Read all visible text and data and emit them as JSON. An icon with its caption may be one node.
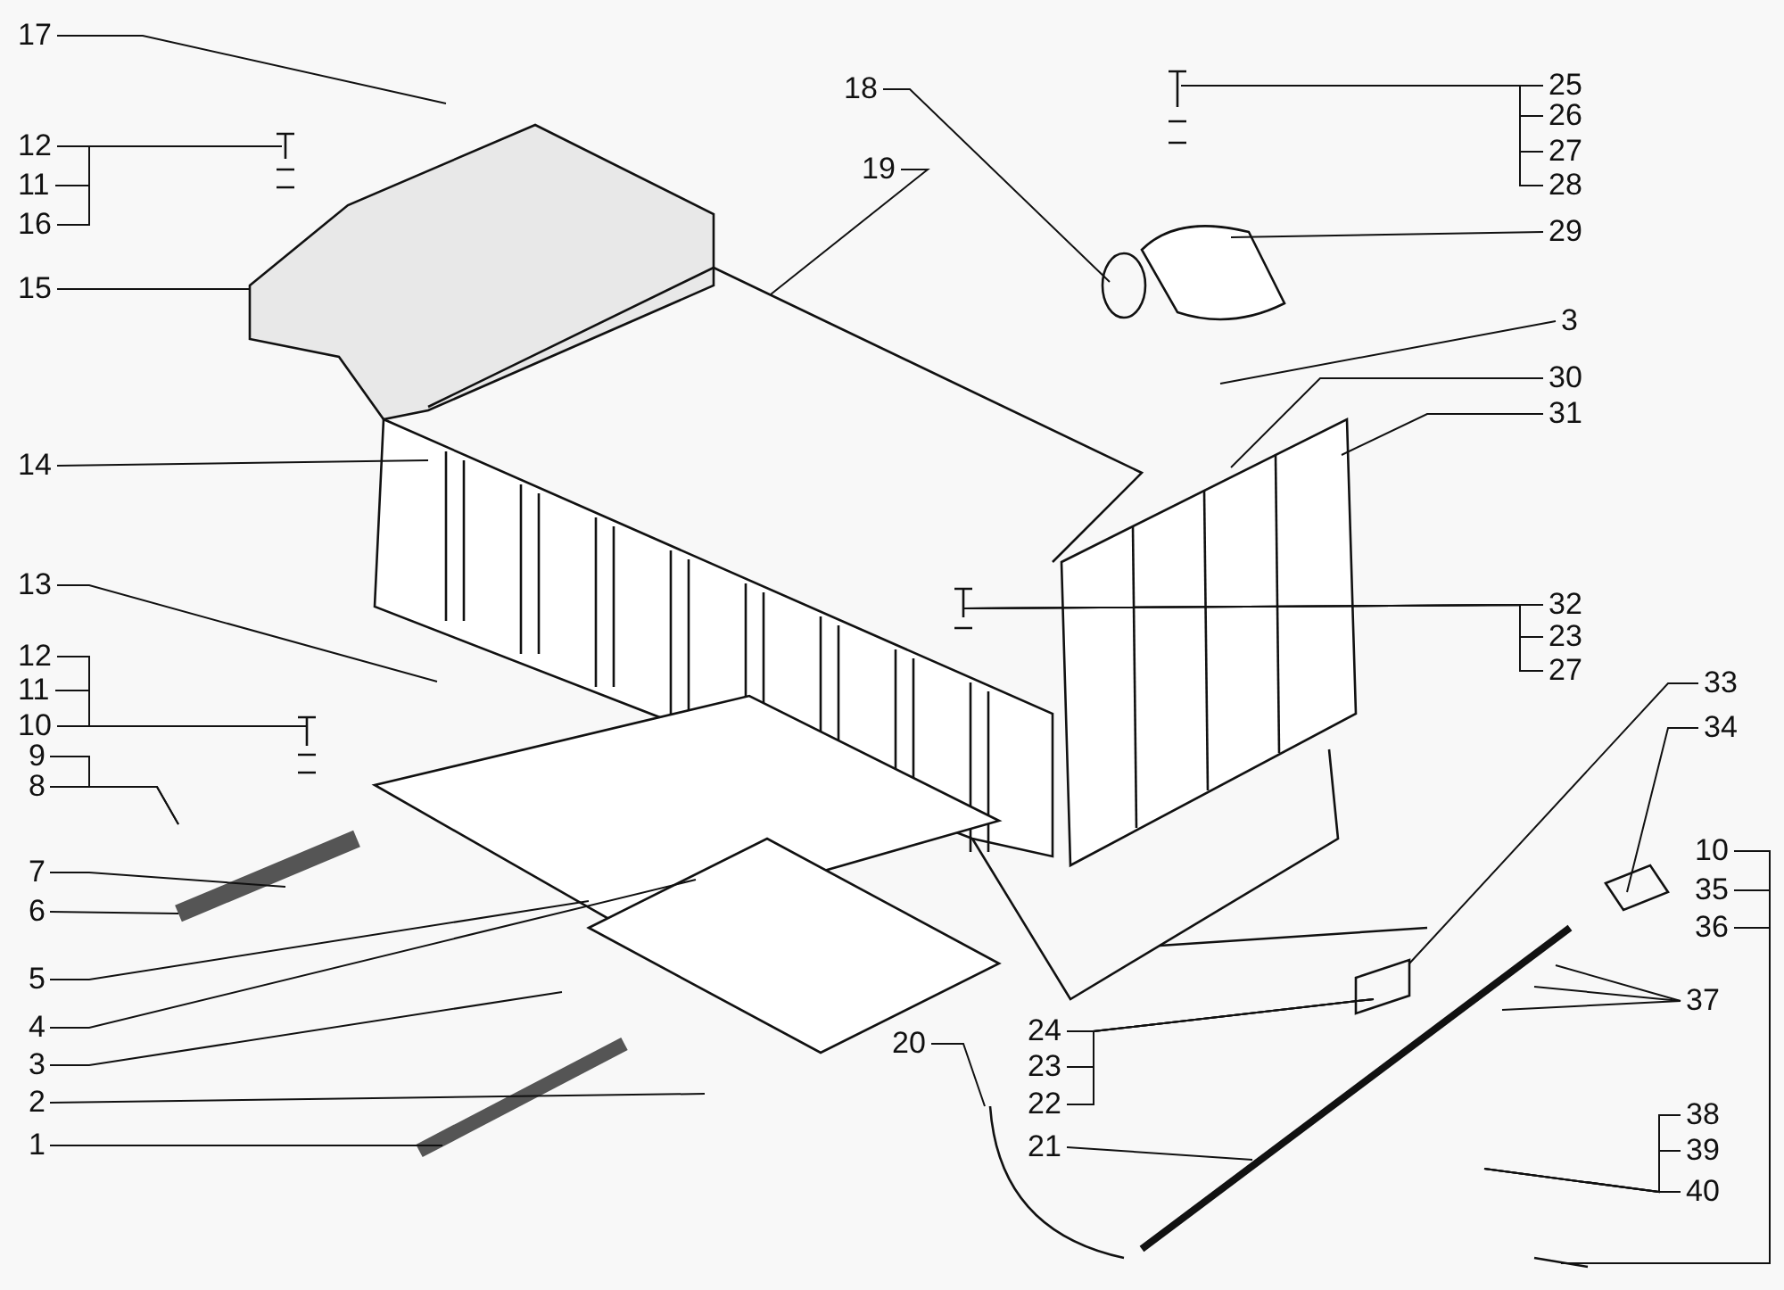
{
  "diagram": {
    "nodes": [
      {
        "text": [
          "17"
        ]
      },
      {
        "text": [
          "12"
        ]
      },
      {
        "text": [
          "11"
        ]
      },
      {
        "text": [
          "16"
        ]
      },
      {
        "text": [
          "15"
        ]
      },
      {
        "text": [
          "14"
        ]
      },
      {
        "text": [
          "13"
        ]
      },
      {
        "text": [
          "12"
        ]
      },
      {
        "text": [
          "11"
        ]
      },
      {
        "text": [
          "10"
        ]
      },
      {
        "text": [
          "9"
        ]
      },
      {
        "text": [
          "8"
        ]
      },
      {
        "text": [
          "7"
        ]
      },
      {
        "text": [
          "6"
        ]
      },
      {
        "text": [
          "5"
        ]
      },
      {
        "text": [
          "4"
        ]
      },
      {
        "text": [
          "3"
        ]
      },
      {
        "text": [
          "2"
        ]
      },
      {
        "text": [
          "1"
        ]
      },
      {
        "text": [
          "18"
        ]
      },
      {
        "text": [
          "19"
        ]
      },
      {
        "text": [
          "25"
        ]
      },
      {
        "text": [
          "26"
        ]
      },
      {
        "text": [
          "27"
        ]
      },
      {
        "text": [
          "28"
        ]
      },
      {
        "text": [
          "29"
        ]
      },
      {
        "text": [
          "3"
        ]
      },
      {
        "text": [
          "30"
        ]
      },
      {
        "text": [
          "31"
        ]
      },
      {
        "text": [
          "32"
        ]
      },
      {
        "text": [
          "23"
        ]
      },
      {
        "text": [
          "27"
        ]
      },
      {
        "text": [
          "33"
        ]
      },
      {
        "text": [
          "34"
        ]
      },
      {
        "text": [
          "10"
        ]
      },
      {
        "text": [
          "35"
        ]
      },
      {
        "text": [
          "36"
        ]
      },
      {
        "text": [
          "37"
        ]
      },
      {
        "text": [
          "24"
        ]
      },
      {
        "text": [
          "23"
        ]
      },
      {
        "text": [
          "22"
        ]
      },
      {
        "text": [
          "21"
        ]
      },
      {
        "text": [
          "38"
        ]
      },
      {
        "text": [
          "39"
        ]
      },
      {
        "text": [
          "40"
        ]
      },
      {
        "text": [
          "20"
        ]
      }
    ],
    "edges": [
      {
        "from": 0,
        "to": null,
        "arrow": "none"
      },
      {
        "from": 1,
        "to": null,
        "arrow": "none"
      },
      {
        "from": 2,
        "to": null,
        "arrow": "none"
      },
      {
        "from": 3,
        "to": null,
        "arrow": "none"
      },
      {
        "from": 4,
        "to": null,
        "arrow": "none"
      },
      {
        "from": 5,
        "to": null,
        "arrow": "none"
      },
      {
        "from": 6,
        "to": null,
        "arrow": "none"
      },
      {
        "from": 7,
        "to": null,
        "arrow": "none"
      },
      {
        "from": 8,
        "to": null,
        "arrow": "none"
      },
      {
        "from": 9,
        "to": null,
        "arrow": "none"
      },
      {
        "from": 10,
        "to": null,
        "arrow": "none"
      },
      {
        "from": 11,
        "to": null,
        "arrow": "none"
      },
      {
        "from": 12,
        "to": null,
        "arrow": "none"
      },
      {
        "from": 13,
        "to": null,
        "arrow": "none"
      },
      {
        "from": 14,
        "to": null,
        "arrow": "none"
      },
      {
        "from": 15,
        "to": null,
        "arrow": "none"
      },
      {
        "from": 16,
        "to": null,
        "arrow": "none"
      },
      {
        "from": 17,
        "to": null,
        "arrow": "none"
      },
      {
        "from": 18,
        "to": null,
        "arrow": "none"
      },
      {
        "from": 19,
        "to": null,
        "arrow": "none"
      },
      {
        "from": 20,
        "to": null,
        "arrow": "none"
      },
      {
        "from": 21,
        "to": null,
        "arrow": "none"
      },
      {
        "from": 22,
        "to": null,
        "arrow": "none"
      },
      {
        "from": 23,
        "to": null,
        "arrow": "none"
      },
      {
        "from": 24,
        "to": null,
        "arrow": "none"
      },
      {
        "from": 25,
        "to": null,
        "arrow": "none"
      },
      {
        "from": 26,
        "to": null,
        "arrow": "none"
      },
      {
        "from": 27,
        "to": null,
        "arrow": "none"
      },
      {
        "from": 28,
        "to": null,
        "arrow": "none"
      },
      {
        "from": 29,
        "to": null,
        "arrow": "none"
      },
      {
        "from": 30,
        "to": null,
        "arrow": "none"
      },
      {
        "from": 31,
        "to": null,
        "arrow": "none"
      },
      {
        "from": 32,
        "to": null,
        "arrow": "none"
      },
      {
        "from": 33,
        "to": null,
        "arrow": "none"
      },
      {
        "from": 34,
        "to": null,
        "arrow": "none"
      },
      {
        "from": 35,
        "to": null,
        "arrow": "none"
      },
      {
        "from": 36,
        "to": null,
        "arrow": "none"
      },
      {
        "from": 37,
        "to": null,
        "arrow": "none"
      },
      {
        "from": 37,
        "to": null,
        "arrow": "none"
      },
      {
        "from": 37,
        "to": null,
        "arrow": "none"
      },
      {
        "from": 38,
        "to": null,
        "arrow": "none"
      },
      {
        "from": 39,
        "to": null,
        "arrow": "none"
      },
      {
        "from": 40,
        "to": null,
        "arrow": "none"
      },
      {
        "from": 41,
        "to": null,
        "arrow": "none"
      },
      {
        "from": 42,
        "to": null,
        "arrow": "none"
      },
      {
        "from": 43,
        "to": null,
        "arrow": "none"
      },
      {
        "from": 44,
        "to": null,
        "arrow": "none"
      },
      {
        "from": 45,
        "to": null,
        "arrow": "none"
      }
    ]
  }
}
